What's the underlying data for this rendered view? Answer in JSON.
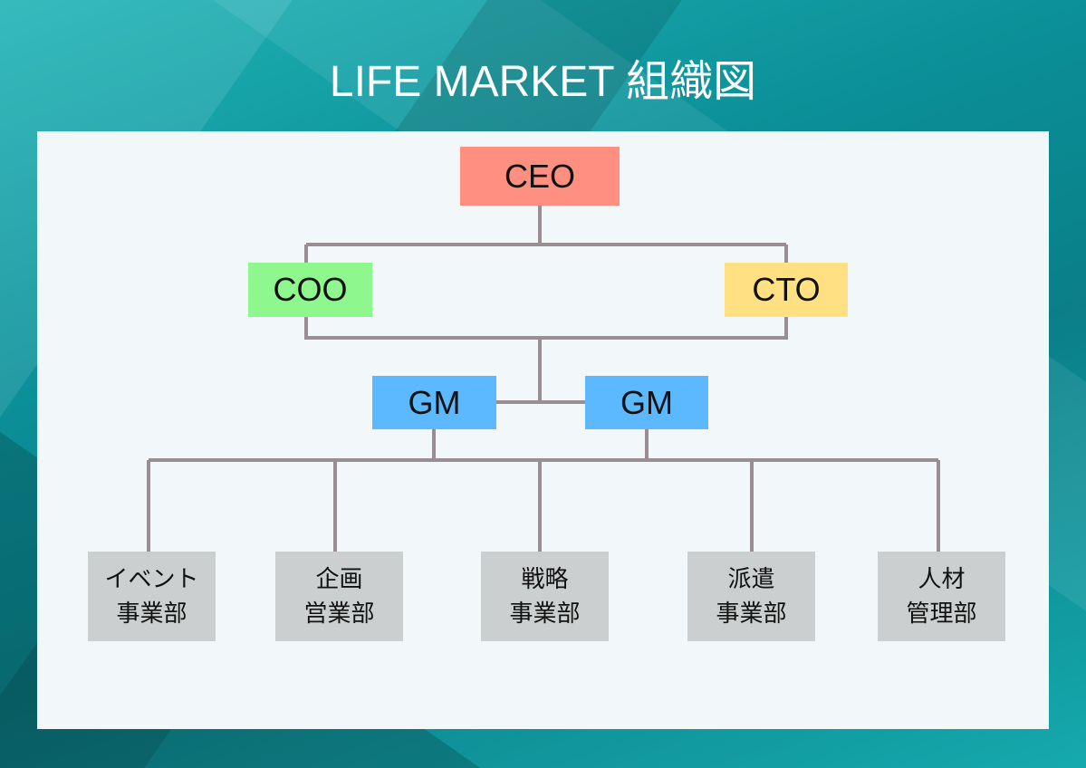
{
  "title": "LIFE MARKET 組織図",
  "colors": {
    "ceo": "#ff8f80",
    "coo": "#8ef78e",
    "cto": "#ffe082",
    "gm": "#5cb8ff",
    "dept": "#cccfcf",
    "line": "#9a8e92"
  },
  "nodes": {
    "ceo": "CEO",
    "coo": "COO",
    "cto": "CTO",
    "gm1": "GM",
    "gm2": "GM"
  },
  "departments": [
    {
      "line1": "イベント",
      "line2": "事業部"
    },
    {
      "line1": "企画",
      "line2": "営業部"
    },
    {
      "line1": "戦略",
      "line2": "事業部"
    },
    {
      "line1": "派遣",
      "line2": "事業部"
    },
    {
      "line1": "人材",
      "line2": "管理部"
    }
  ]
}
